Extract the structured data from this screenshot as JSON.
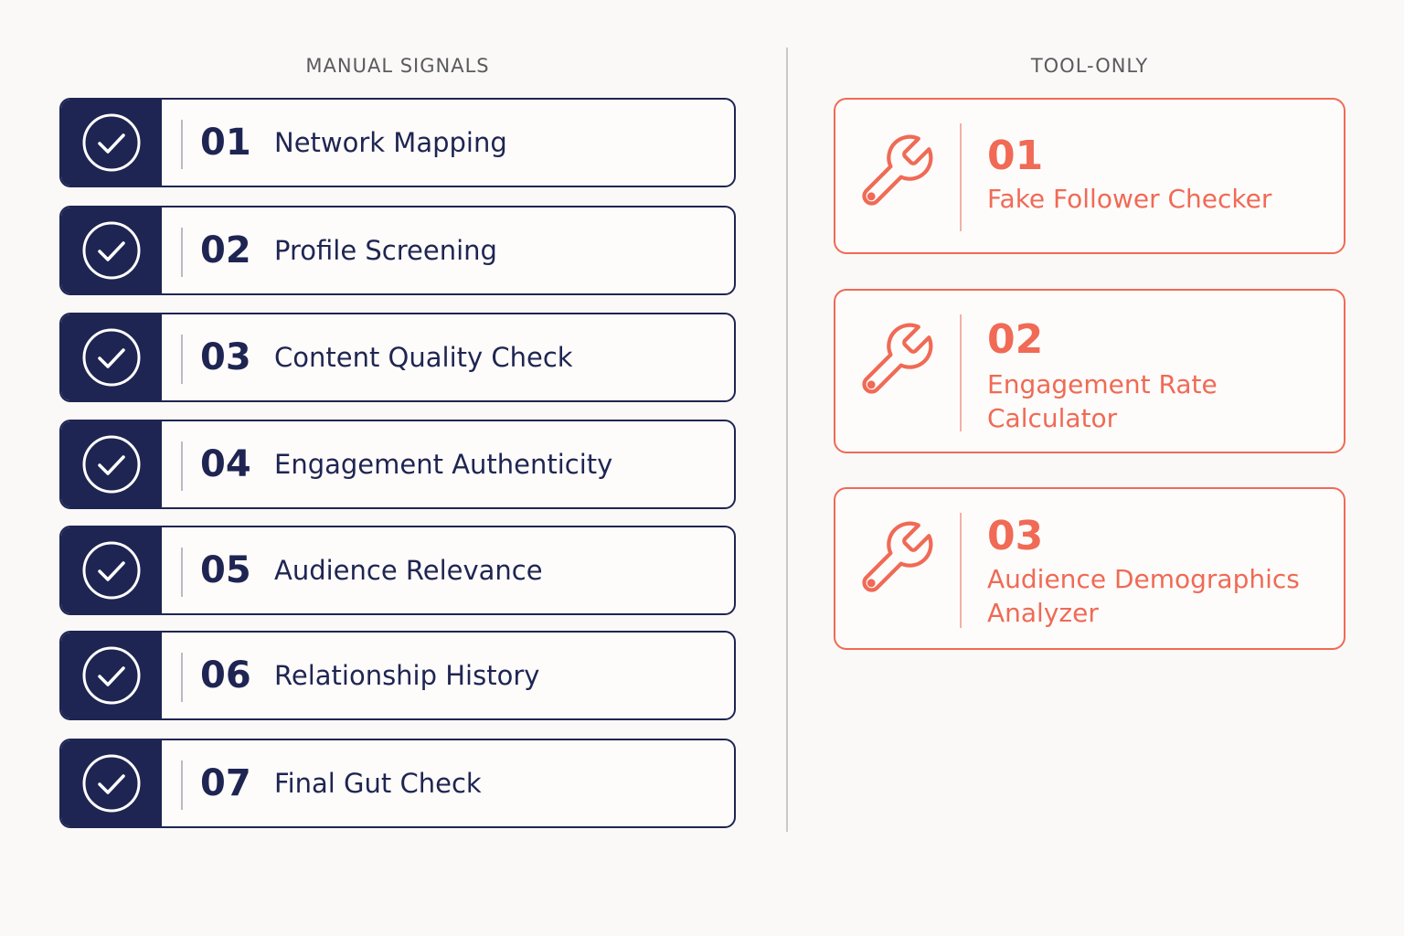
{
  "headings": {
    "manual": "MANUAL SIGNALS",
    "tool": "TOOL-ONLY"
  },
  "manual_signals": [
    {
      "number": "01",
      "label": "Network Mapping"
    },
    {
      "number": "02",
      "label": "Profile Screening"
    },
    {
      "number": "03",
      "label": "Content Quality Check"
    },
    {
      "number": "04",
      "label": "Engagement Authenticity"
    },
    {
      "number": "05",
      "label": "Audience Relevance"
    },
    {
      "number": "06",
      "label": "Relationship History"
    },
    {
      "number": "07",
      "label": "Final Gut Check"
    }
  ],
  "tool_only": [
    {
      "number": "01",
      "label": "Fake Follower Checker"
    },
    {
      "number": "02",
      "label": "Engagement Rate Calculator"
    },
    {
      "number": "03",
      "label": "Audience Demographics Analyzer"
    }
  ],
  "icons": {
    "manual": "check-circle-icon",
    "tool": "wrench-icon"
  },
  "colors": {
    "navy": "#1f2552",
    "coral": "#f06a55",
    "background": "#faf9f7"
  }
}
